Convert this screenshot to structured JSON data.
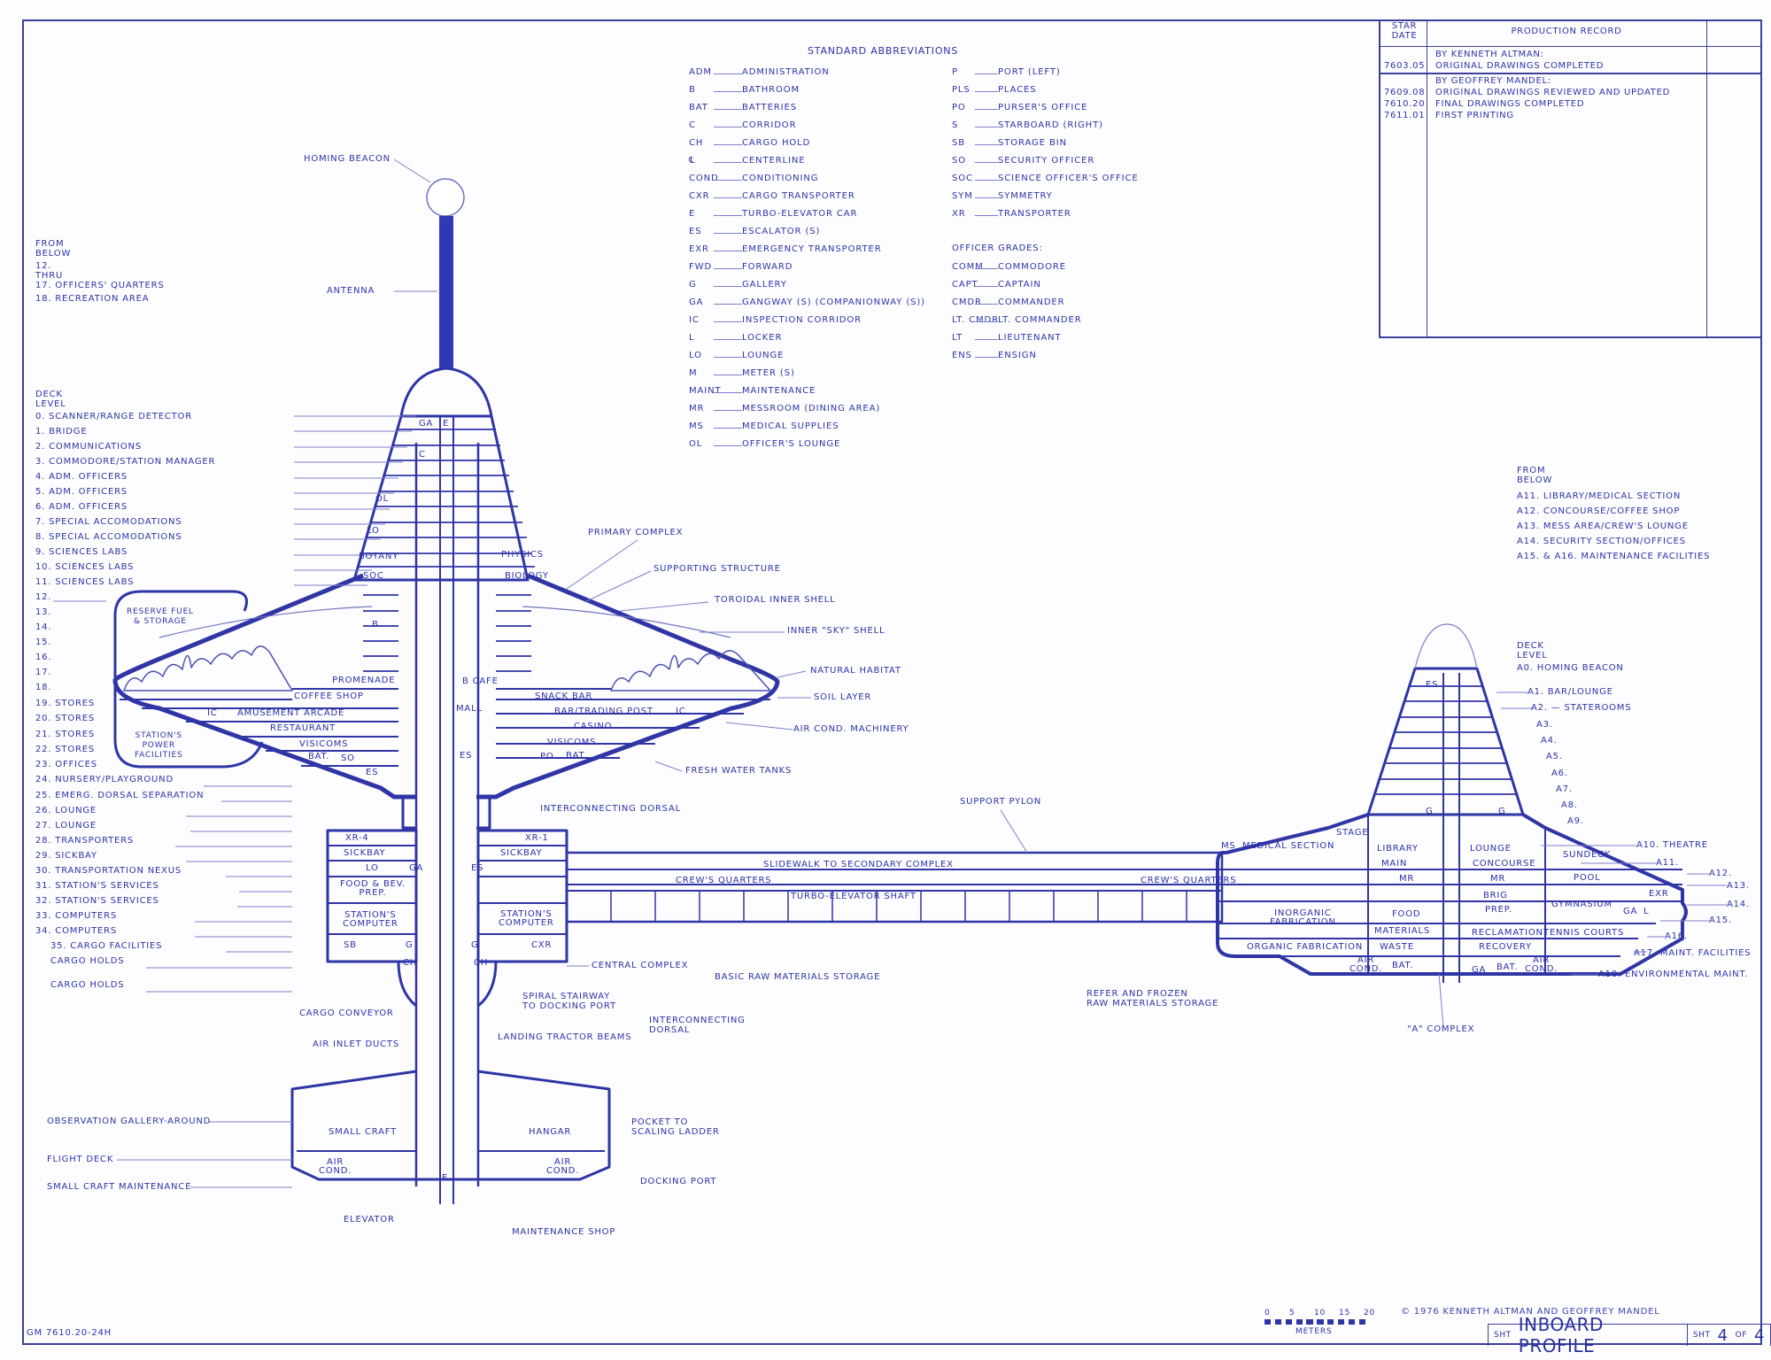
{
  "drawing": {
    "sheet_title": "INBOARD PROFILE",
    "sheet_prefix": "SHT",
    "sheet_number": "4",
    "sheet_of": "OF",
    "sheet_total": "4",
    "copyright": "© 1976 KENNETH ALTMAN AND GEOFFREY MANDEL",
    "drawing_code": "GM 7610.20-24H",
    "scale": {
      "ticks": [
        "0",
        "5",
        "10",
        "15",
        "20"
      ],
      "unit": "METERS"
    }
  },
  "production_record": {
    "col_date": "STAR DATE",
    "col_record": "PRODUCTION RECORD",
    "entries": [
      {
        "date": "",
        "text": "BY KENNETH ALTMAN:"
      },
      {
        "date": "7603.05",
        "text": "ORIGINAL DRAWINGS COMPLETED"
      },
      {
        "date": "",
        "text": "BY GEOFFREY MANDEL:"
      },
      {
        "date": "7609.08",
        "text": "ORIGINAL DRAWINGS REVIEWED AND UPDATED"
      },
      {
        "date": "7610.20",
        "text": "FINAL DRAWINGS COMPLETED"
      },
      {
        "date": "7611.01",
        "text": "FIRST PRINTING"
      }
    ]
  },
  "abbreviations": {
    "title": "STANDARD ABBREVIATIONS",
    "col1": [
      [
        "ADM",
        "ADMINISTRATION"
      ],
      [
        "B",
        "BATHROOM"
      ],
      [
        "BAT",
        "BATTERIES"
      ],
      [
        "C",
        "CORRIDOR"
      ],
      [
        "CH",
        "CARGO HOLD"
      ],
      [
        "℄",
        "CENTERLINE"
      ],
      [
        "COND",
        "CONDITIONING"
      ],
      [
        "CXR",
        "CARGO TRANSPORTER"
      ],
      [
        "E",
        "TURBO-ELEVATOR CAR"
      ],
      [
        "ES",
        "ESCALATOR (S)"
      ],
      [
        "EXR",
        "EMERGENCY TRANSPORTER"
      ],
      [
        "FWD",
        "FORWARD"
      ],
      [
        "G",
        "GALLERY"
      ],
      [
        "GA",
        "GANGWAY (S) (COMPANIONWAY (S))"
      ],
      [
        "IC",
        "INSPECTION CORRIDOR"
      ],
      [
        "L",
        "LOCKER"
      ],
      [
        "LO",
        "LOUNGE"
      ],
      [
        "M",
        "METER (S)"
      ],
      [
        "MAINT",
        "MAINTENANCE"
      ],
      [
        "MR",
        "MESSROOM (DINING AREA)"
      ],
      [
        "MS",
        "MEDICAL SUPPLIES"
      ],
      [
        "OL",
        "OFFICER'S LOUNGE"
      ]
    ],
    "col2": [
      [
        "P",
        "PORT (LEFT)"
      ],
      [
        "PLS",
        "PLACES"
      ],
      [
        "PO",
        "PURSER'S OFFICE"
      ],
      [
        "S",
        "STARBOARD (RIGHT)"
      ],
      [
        "SB",
        "STORAGE BIN"
      ],
      [
        "SO",
        "SECURITY OFFICER"
      ],
      [
        "SOC",
        "SCIENCE OFFICER'S OFFICE"
      ],
      [
        "SYM",
        "SYMMETRY"
      ],
      [
        "XR",
        "TRANSPORTER"
      ]
    ],
    "grades_title": "OFFICER GRADES:",
    "grades": [
      [
        "COMM",
        "COMMODORE"
      ],
      [
        "CAPT",
        "CAPTAIN"
      ],
      [
        "CMDR",
        "COMMANDER"
      ],
      [
        "LT. CMDR",
        "LT. COMMANDER"
      ],
      [
        "LT",
        "LIEUTENANT"
      ],
      [
        "ENS",
        "ENSIGN"
      ]
    ]
  },
  "primary_notes": {
    "from_below": [
      "FROM",
      "BELOW",
      "12.",
      "THRU",
      "17. OFFICERS' QUARTERS",
      "18. RECREATION AREA"
    ]
  },
  "primary_decks": {
    "heading": [
      "DECK",
      "LEVEL"
    ],
    "items": [
      "0. SCANNER/RANGE DETECTOR",
      "1. BRIDGE",
      "2. COMMUNICATIONS",
      "3. COMMODORE/STATION MANAGER",
      "4. ADM. OFFICERS",
      "5. ADM. OFFICERS",
      "6. ADM. OFFICERS",
      "7. SPECIAL ACCOMODATIONS",
      "8. SPECIAL ACCOMODATIONS",
      "9. SCIENCES LABS",
      "10. SCIENCES LABS",
      "11. SCIENCES LABS",
      "12.",
      "13.",
      "14.",
      "15.",
      "16.",
      "17.",
      "18.",
      "19. STORES",
      "20. STORES",
      "21. STORES",
      "22. STORES",
      "23. OFFICES",
      "24. NURSERY/PLAYGROUND",
      "25. EMERG. DORSAL SEPARATION",
      "26. LOUNGE",
      "27. LOUNGE",
      "28. TRANSPORTERS",
      "29. SICKBAY",
      "30. TRANSPORTATION NEXUS",
      "31. STATION'S SERVICES",
      "32. STATION'S SERVICES",
      "33. COMPUTERS",
      "34. COMPUTERS",
      "35. CARGO FACILITIES",
      "CARGO HOLDS",
      "CARGO HOLDS"
    ]
  },
  "lower_labels": {
    "observation": "OBSERVATION GALLERY-AROUND",
    "flight_deck": "FLIGHT DECK",
    "small_craft_maint": "SMALL CRAFT MAINTENANCE"
  },
  "callouts": {
    "homing_beacon": "HOMING BEACON",
    "antenna": "ANTENNA",
    "primary_complex": "PRIMARY COMPLEX",
    "supporting_structure": "SUPPORTING STRUCTURE",
    "toroidal_inner_shell": "TOROIDAL INNER SHELL",
    "inner_sky_shell": "INNER \"SKY\" SHELL",
    "natural_habitat": "NATURAL HABITAT",
    "soil_layer": "SOIL LAYER",
    "air_cond_machinery": "AIR COND. MACHINERY",
    "fresh_water_tanks": "FRESH WATER TANKS",
    "interconnecting_dorsal": "INTERCONNECTING DORSAL",
    "support_pylon": "SUPPORT PYLON",
    "central_complex": "CENTRAL COMPLEX",
    "basic_raw": "BASIC RAW MATERIALS STORAGE",
    "refer_frozen": [
      "REFER AND FROZEN",
      "RAW MATERIALS STORAGE"
    ],
    "cargo_conveyor": "CARGO CONVEYOR",
    "spiral_stairway": [
      "SPIRAL STAIRWAY",
      "TO DOCKING PORT"
    ],
    "interconnecting_dorsal2": [
      "INTERCONNECTING",
      "DORSAL"
    ],
    "air_inlet_ducts": "AIR INLET DUCTS",
    "landing_tractor_beams": "LANDING TRACTOR BEAMS",
    "pocket_ladder": [
      "POCKET TO",
      "SCALING LADDER"
    ],
    "docking_port": "DOCKING PORT",
    "elevator": "ELEVATOR",
    "maintenance_shop": "MAINTENANCE SHOP",
    "a_complex": "\"A\" COMPLEX"
  },
  "rooms": {
    "reserve_fuel": [
      "RESERVE FUEL",
      "& STORAGE"
    ],
    "power": [
      "STATION'S",
      "POWER",
      "FACILITIES"
    ],
    "promenade": "PROMENADE",
    "coffee_shop": "COFFEE SHOP",
    "amusement": "AMUSEMENT ARCADE",
    "restaurant": "RESTAURANT",
    "visicoms_l": "VISICOMS",
    "visicoms_r": "VISICOMS",
    "bat_l": "BAT.",
    "so": "SO",
    "ic_l": "IC",
    "ic_r": "IC",
    "es_l": "ES",
    "es_r": "ES",
    "snack_bar": "SNACK BAR",
    "bar_trading": "BAR/TRADING POST",
    "casino": "CASINO",
    "po": "PO",
    "bat_r": "BAT",
    "mall": "MALL",
    "cafe": "B CAFE",
    "botany": "BOTANY",
    "soc": "SOC",
    "physics": "PHYSICS",
    "biology": "BIOLOGY",
    "lo": "LO",
    "ol": "OL",
    "ga_top": "GA",
    "xr4": "XR-4",
    "xr1": "XR-1",
    "sickbay_l": "SICKBAY",
    "sickbay_r": "SICKBAY",
    "lo2": "LO",
    "ga2": "GA",
    "es2": "ES",
    "food_bev": [
      "FOOD & BEV.",
      "PREP."
    ],
    "computer_l": [
      "STATION'S",
      "COMPUTER"
    ],
    "computer_r": [
      "STATION'S",
      "COMPUTER"
    ],
    "sb": "SB",
    "g_l": "G",
    "g_r": "G",
    "cxr": "CXR",
    "ch": "CH",
    "slidewalk": "SLIDEWALK TO SECONDARY COMPLEX",
    "crews_q1": "CREW'S QUARTERS",
    "crews_q2": "CREW'S QUARTERS",
    "turbo_shaft": "TURBO-ELEVATOR SHAFT",
    "small_craft": "SMALL CRAFT",
    "hangar": "HANGAR",
    "air_cond": [
      "AIR",
      "COND."
    ],
    "e": "E",
    "c": "C",
    "b": "B"
  },
  "a_complex": {
    "notes": [
      "FROM",
      "BELOW",
      "A11.  LIBRARY/MEDICAL SECTION",
      "A12.  CONCOURSE/COFFEE SHOP",
      "A13.  MESS AREA/CREW'S LOUNGE",
      "A14.  SECURITY SECTION/OFFICES",
      "A15. & A16.  MAINTENANCE FACILITIES"
    ],
    "deck_heading": [
      "DECK",
      "LEVEL"
    ],
    "a0": "A0.  HOMING BEACON",
    "decks": [
      "A1.  BAR/LOUNGE",
      "A2. — STATEROOMS",
      "A3.",
      "A4.",
      "A5.",
      "A6.",
      "A7.",
      "A8.",
      "A9."
    ],
    "right_decks": [
      "A10.  THEATRE",
      "A11.",
      "A12.",
      "A13.",
      "A14.",
      "A15.",
      "A16.",
      "A17.  MAINT. FACILITIES",
      "A18.  ENVIRONMENTAL MAINT."
    ],
    "rooms": {
      "es": "ES",
      "ms": "MS",
      "medical": "MEDICAL SECTION",
      "stage": "STAGE",
      "library": "LIBRARY",
      "main": "MAIN",
      "mr": "MR",
      "inorganic": [
        "INORGANIC",
        "FABRICATION"
      ],
      "organic": "ORGANIC FABRICATION",
      "food": "FOOD",
      "materials": "MATERIALS",
      "waste": "WASTE",
      "air_cond": [
        "AIR",
        "COND."
      ],
      "bat": "BAT.",
      "ga": "GA",
      "lounge": "LOUNGE",
      "concourse": "CONCOURSE",
      "brig": "BRIG",
      "prep": "PREP.",
      "reclamation": "RECLAMATION",
      "recovery": "RECOVERY",
      "sundeck": "SUNDECK",
      "pool": "POOL",
      "gymnasium": "GYMNASIUM",
      "tennis": "TENNIS COURTS",
      "exr": "EXR",
      "l": "L",
      "g": "G"
    }
  },
  "colors": {
    "ink": "#2a31a8",
    "line": "#3a3f9a",
    "paper": "#fdfdff",
    "leader": "#7a80c8"
  }
}
